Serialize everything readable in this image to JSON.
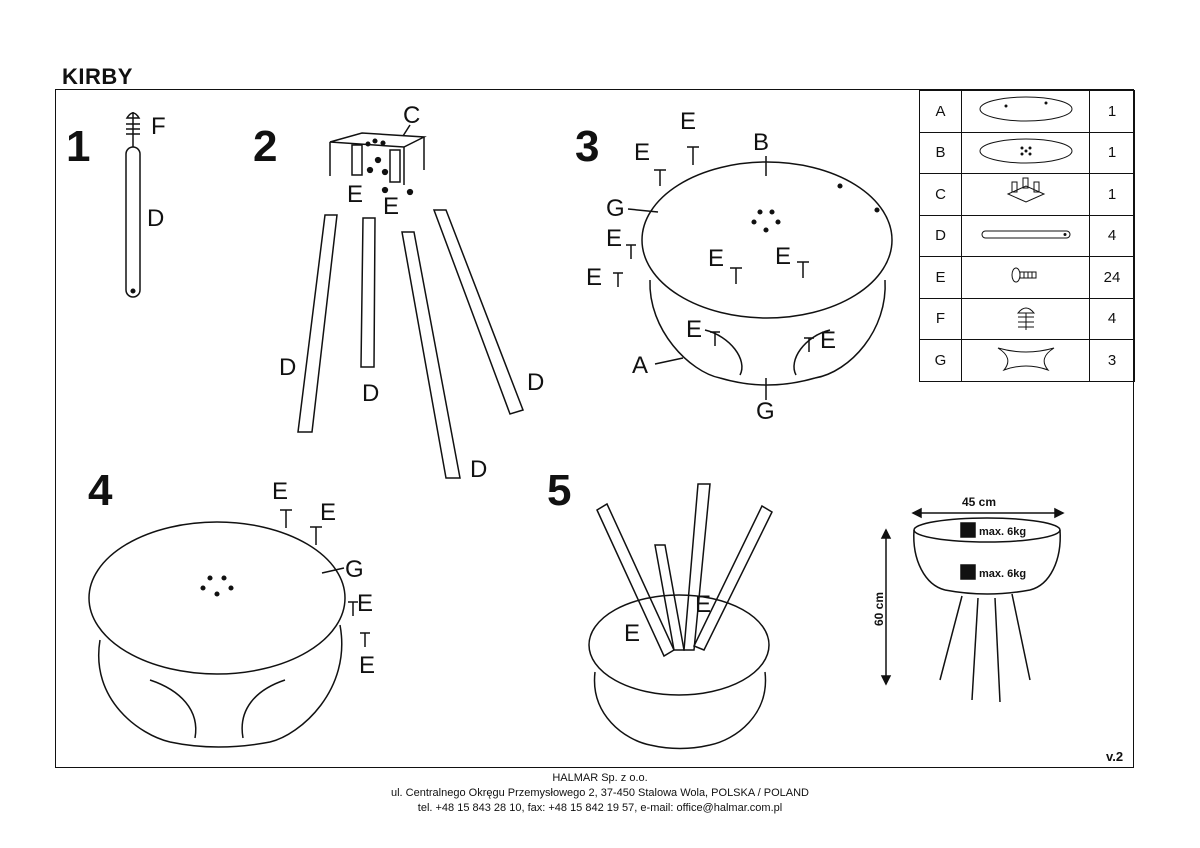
{
  "document": {
    "title": "KIRBY",
    "version": "v.2"
  },
  "steps": [
    {
      "number": "1",
      "labels": [
        "F",
        "D"
      ]
    },
    {
      "number": "2",
      "labels": [
        "C",
        "E",
        "E",
        "D",
        "D",
        "D",
        "D"
      ]
    },
    {
      "number": "3",
      "labels": [
        "E",
        "E",
        "B",
        "G",
        "E",
        "E",
        "E",
        "E",
        "E",
        "E",
        "A",
        "G"
      ]
    },
    {
      "number": "4",
      "labels": [
        "E",
        "E",
        "G",
        "E",
        "E"
      ]
    },
    {
      "number": "5",
      "labels": [
        "E",
        "E"
      ]
    }
  ],
  "parts_table": [
    {
      "id": "A",
      "icon": "round-top-icon",
      "qty": "1"
    },
    {
      "id": "B",
      "icon": "round-top-holes-icon",
      "qty": "1"
    },
    {
      "id": "C",
      "icon": "leg-bracket-icon",
      "qty": "1"
    },
    {
      "id": "D",
      "icon": "leg-icon",
      "qty": "4"
    },
    {
      "id": "E",
      "icon": "screw-icon",
      "qty": "24"
    },
    {
      "id": "F",
      "icon": "foot-cap-icon",
      "qty": "4"
    },
    {
      "id": "G",
      "icon": "side-panel-icon",
      "qty": "3"
    }
  ],
  "dimensions": {
    "width": "45 cm",
    "height": "60 cm",
    "load_upper_prefix": "max.",
    "load_upper_value": "6",
    "load_upper_unit": "kg",
    "load_lower_prefix": "max.",
    "load_lower_value": "6",
    "load_lower_unit": "kg"
  },
  "footer": {
    "company": "HALMAR Sp. z o.o.",
    "address": "ul. Centralnego Okręgu Przemysłowego 2, 37-450 Stalowa Wola, POLSKA / POLAND",
    "contact": "tel. +48 15 843 28 10, fax: +48 15 842 19 57, e-mail: office@halmar.com.pl"
  }
}
